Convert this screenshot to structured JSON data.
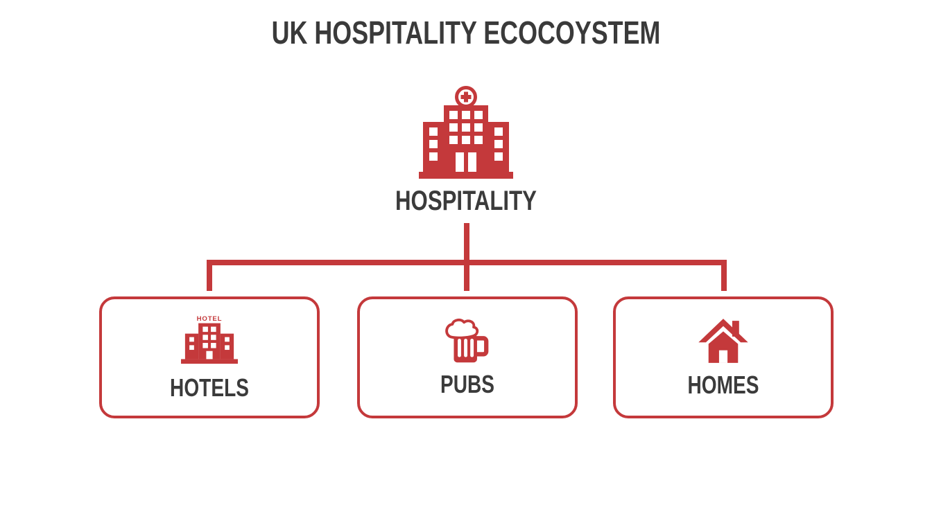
{
  "title": "UK HOSPITALITY ECOCOYSTEM",
  "root": {
    "label": "HOSPITALITY",
    "icon": "hospital-building-icon"
  },
  "children": [
    {
      "label": "HOTELS",
      "icon": "hotel-building-icon",
      "sign": "HOTEL"
    },
    {
      "label": "PUBS",
      "icon": "beer-mug-icon"
    },
    {
      "label": "HOMES",
      "icon": "house-icon"
    }
  ],
  "colors": {
    "accent_red": "#c4393b",
    "text_dark": "#3b3b3b",
    "background": "#ffffff"
  }
}
